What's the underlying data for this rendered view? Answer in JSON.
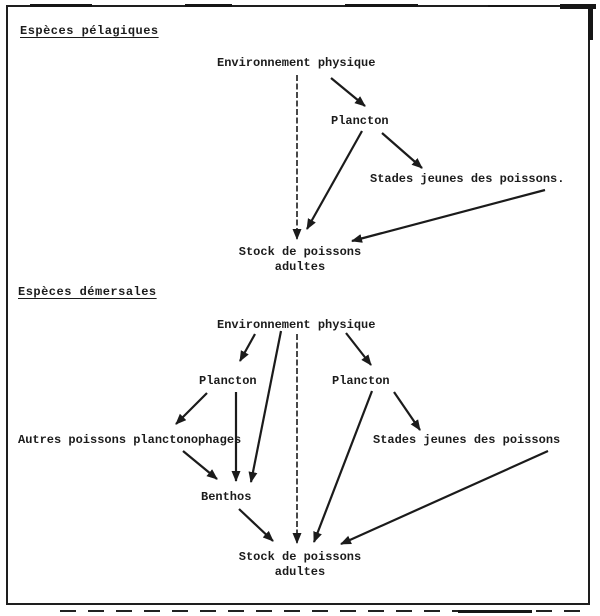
{
  "figure": {
    "kind": "scanned typewritten flow diagram",
    "ink_color": "#1b1b1b",
    "paper_color": "#ffffff"
  },
  "sections": [
    {
      "title": "Espèces pélagiques",
      "nodes": {
        "environment": "Environnement physique",
        "plankton": "Plancton",
        "juveniles": "Stades jeunes des poissons.",
        "stock_line1": "Stock de poissons",
        "stock_line2": "adultes"
      },
      "edges": [
        "Environnement physique -> Plancton",
        "Environnement physique -> Stock de poissons adultes",
        "Plancton -> Stock de poissons adultes",
        "Plancton -> Stades jeunes des poissons",
        "Stades jeunes des poissons -> Stock de poissons adultes"
      ]
    },
    {
      "title": "Espèces démersales",
      "nodes": {
        "environment": "Environnement physique",
        "plankton_left": "Plancton",
        "plankton_right": "Plancton",
        "planktivores": "Autres poissons planctonophages",
        "juveniles": "Stades jeunes des poissons",
        "benthos": "Benthos",
        "stock_line1": "Stock de poissons",
        "stock_line2": "adultes"
      },
      "edges": [
        "Environnement physique -> Plancton (gauche)",
        "Environnement physique -> Benthos",
        "Environnement physique -> Stock de poissons adultes",
        "Environnement physique -> Plancton (droite)",
        "Plancton (gauche) -> Autres poissons planctonophages",
        "Plancton (gauche) -> Benthos",
        "Autres poissons planctonophages -> Benthos",
        "Plancton (droite) -> Stades jeunes des poissons",
        "Plancton (droite) -> Stock de poissons adultes",
        "Stades jeunes des poissons -> Stock de poissons adultes",
        "Benthos -> Stock de poissons adultes"
      ]
    }
  ]
}
